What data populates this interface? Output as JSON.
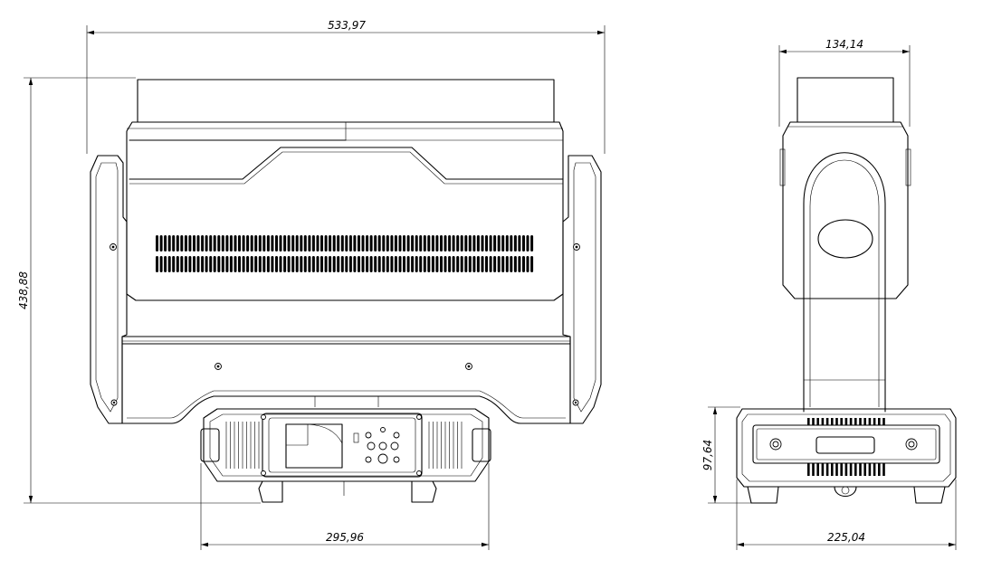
{
  "diagram": {
    "front_view": {
      "overall_width": "533,97",
      "overall_height": "438,88",
      "base_width": "295,96"
    },
    "side_view": {
      "head_width": "134,14",
      "base_height": "97,64",
      "base_depth": "225,04"
    }
  }
}
